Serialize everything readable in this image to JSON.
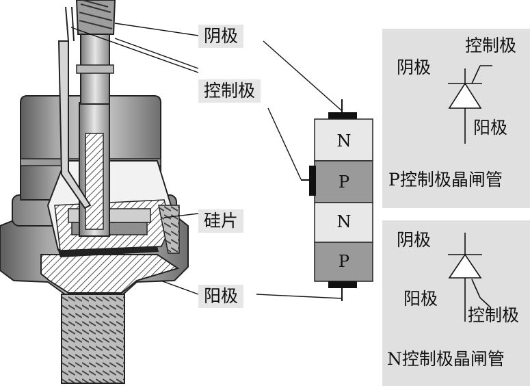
{
  "device_labels": {
    "cathode": "阴极",
    "gate": "控制极",
    "silicon_wafer": "硅片",
    "anode": "阳极"
  },
  "layers": [
    "N",
    "P",
    "N",
    "P"
  ],
  "panel_top": {
    "cathode": "阴极",
    "gate": "控制极",
    "anode": "阳极",
    "caption": "P控制极晶闸管"
  },
  "panel_bottom": {
    "cathode": "阴极",
    "anode": "阳极",
    "gate": "控制极",
    "caption": "N控制极晶闸管"
  }
}
